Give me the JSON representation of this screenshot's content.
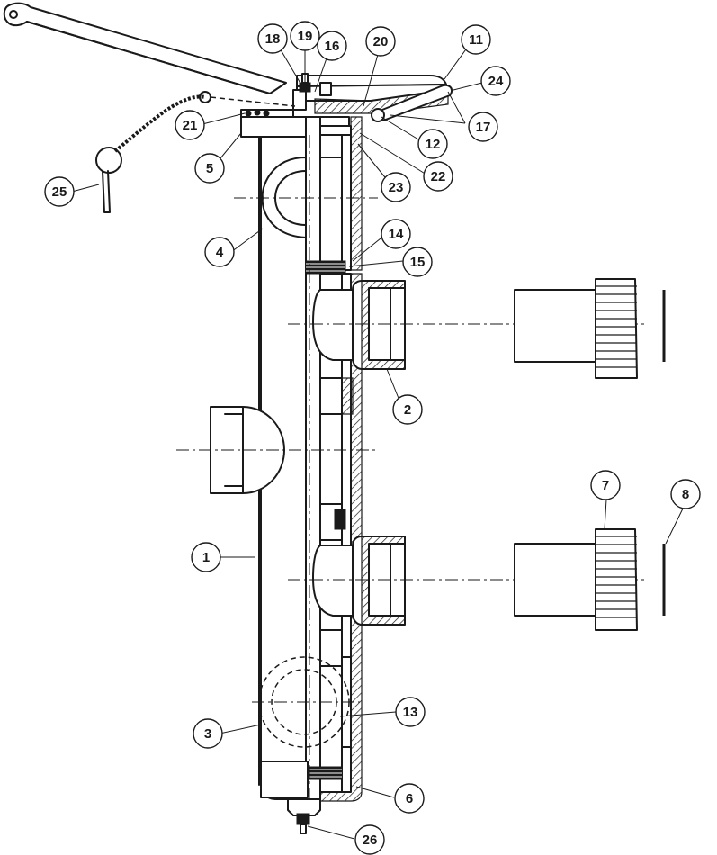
{
  "callouts": [
    {
      "id": "c1",
      "label": "1"
    },
    {
      "id": "c2",
      "label": "2"
    },
    {
      "id": "c3",
      "label": "3"
    },
    {
      "id": "c4",
      "label": "4"
    },
    {
      "id": "c5",
      "label": "5"
    },
    {
      "id": "c6",
      "label": "6"
    },
    {
      "id": "c7",
      "label": "7"
    },
    {
      "id": "c8",
      "label": "8"
    },
    {
      "id": "c11",
      "label": "11"
    },
    {
      "id": "c12",
      "label": "12"
    },
    {
      "id": "c13",
      "label": "13"
    },
    {
      "id": "c14",
      "label": "14"
    },
    {
      "id": "c15",
      "label": "15"
    },
    {
      "id": "c16",
      "label": "16"
    },
    {
      "id": "c17",
      "label": "17"
    },
    {
      "id": "c18",
      "label": "18"
    },
    {
      "id": "c19",
      "label": "19"
    },
    {
      "id": "c20",
      "label": "20"
    },
    {
      "id": "c21",
      "label": "21"
    },
    {
      "id": "c22",
      "label": "22"
    },
    {
      "id": "c23",
      "label": "23"
    },
    {
      "id": "c24",
      "label": "24"
    },
    {
      "id": "c25",
      "label": "25"
    },
    {
      "id": "c26",
      "label": "26"
    }
  ]
}
